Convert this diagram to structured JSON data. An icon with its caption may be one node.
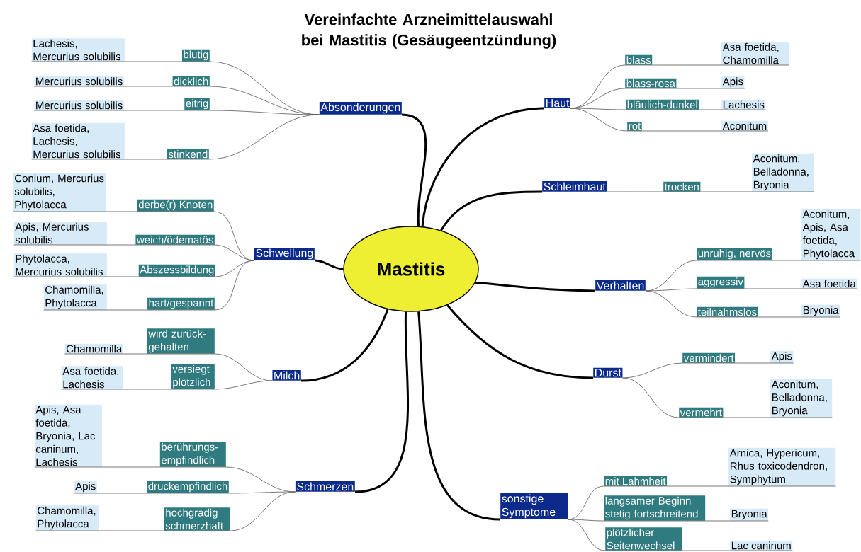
{
  "diagram": {
    "title": "Vereinfachte Arzneimittelauswahl bei Mastitis (Gesäugeentzündung)",
    "nodes": [
      {
        "text": [
          "Mastitis"
        ]
      },
      {
        "text": [
          "Absonderungen"
        ]
      },
      {
        "text": [
          "blutig"
        ]
      },
      {
        "text": [
          "Lachesis, Mercurius solubilis"
        ]
      },
      {
        "text": [
          "dicklich"
        ]
      },
      {
        "text": [
          "Mercurius solubilis"
        ]
      },
      {
        "text": [
          "eitrig"
        ]
      },
      {
        "text": [
          "Mercurius solubilis"
        ]
      },
      {
        "text": [
          "stinkend"
        ]
      },
      {
        "text": [
          "Asa foetida, Lachesis, Mercurius solubilis"
        ]
      },
      {
        "text": [
          "Schwellung"
        ]
      },
      {
        "text": [
          "derbe(r) Knoten"
        ]
      },
      {
        "text": [
          "Conium, Mercurius solubilis, Phytolacca"
        ]
      },
      {
        "text": [
          "weich/ödematös"
        ]
      },
      {
        "text": [
          "Apis, Mercurius solubilis"
        ]
      },
      {
        "text": [
          "Abszessbildung"
        ]
      },
      {
        "text": [
          "Phytolacca, Mercurius solubilis"
        ]
      },
      {
        "text": [
          "hart/gespannt"
        ]
      },
      {
        "text": [
          "Chamomilla, Phytolacca"
        ]
      },
      {
        "text": [
          "Milch"
        ]
      },
      {
        "text": [
          "wird zurück- gehalten"
        ]
      },
      {
        "text": [
          "Chamomilla"
        ]
      },
      {
        "text": [
          "versiegt plötzlich"
        ]
      },
      {
        "text": [
          "Asa foetida, Lachesis"
        ]
      },
      {
        "text": [
          "Schmerzen"
        ]
      },
      {
        "text": [
          "berührungs- empfindlich"
        ]
      },
      {
        "text": [
          "Apis, Asa foetida, Bryonia, Lac caninum, Lachesis"
        ]
      },
      {
        "text": [
          "druckempfindlich"
        ]
      },
      {
        "text": [
          "Apis"
        ]
      },
      {
        "text": [
          "hochgradig schmerzhaft"
        ]
      },
      {
        "text": [
          "Chamomilla, Phytolacca"
        ]
      },
      {
        "text": [
          "Haut"
        ]
      },
      {
        "text": [
          "blass"
        ]
      },
      {
        "text": [
          "Asa foetida, Chamomilla"
        ]
      },
      {
        "text": [
          "blass-rosa"
        ]
      },
      {
        "text": [
          "Apis"
        ]
      },
      {
        "text": [
          "bläulich-dunkel"
        ]
      },
      {
        "text": [
          "Lachesis"
        ]
      },
      {
        "text": [
          "rot"
        ]
      },
      {
        "text": [
          "Aconitum"
        ]
      },
      {
        "text": [
          "Schleimhaut"
        ]
      },
      {
        "text": [
          "trocken"
        ]
      },
      {
        "text": [
          "Aconitum, Belladonna, Bryonia"
        ]
      },
      {
        "text": [
          "Verhalten"
        ]
      },
      {
        "text": [
          "unruhig, nervös"
        ]
      },
      {
        "text": [
          "Aconitum, Apis, Asa foetida, Phytolacca"
        ]
      },
      {
        "text": [
          "aggressiv"
        ]
      },
      {
        "text": [
          "Asa foetida"
        ]
      },
      {
        "text": [
          "teilnahmslos"
        ]
      },
      {
        "text": [
          "Bryonia"
        ]
      },
      {
        "text": [
          "Durst"
        ]
      },
      {
        "text": [
          "vermindert"
        ]
      },
      {
        "text": [
          "Apis"
        ]
      },
      {
        "text": [
          "vermehrt"
        ]
      },
      {
        "text": [
          "Aconitum, Belladonna, Bryonia"
        ]
      },
      {
        "text": [
          "sonstige Symptome"
        ]
      },
      {
        "text": [
          "mit Lahmheit"
        ]
      },
      {
        "text": [
          "Arnica, Hypericum, Rhus toxicodendron, Symphytum"
        ]
      },
      {
        "text": [
          "langsamer Beginn stetig fortschreitend"
        ]
      },
      {
        "text": [
          "Bryonia"
        ]
      },
      {
        "text": [
          "plötzlicher Seitenwechsel"
        ]
      },
      {
        "text": [
          "Lac caninum"
        ]
      }
    ],
    "edges": [
      {
        "from": 0,
        "to": 1,
        "arrow": "none",
        "style": "thick"
      },
      {
        "from": 1,
        "to": 2,
        "arrow": "none"
      },
      {
        "from": 2,
        "to": 3,
        "arrow": "none"
      },
      {
        "from": 1,
        "to": 4,
        "arrow": "none"
      },
      {
        "from": 4,
        "to": 5,
        "arrow": "none"
      },
      {
        "from": 1,
        "to": 6,
        "arrow": "none"
      },
      {
        "from": 6,
        "to": 7,
        "arrow": "none"
      },
      {
        "from": 1,
        "to": 8,
        "arrow": "none"
      },
      {
        "from": 8,
        "to": 9,
        "arrow": "none"
      },
      {
        "from": 0,
        "to": 10,
        "arrow": "none",
        "style": "thick"
      },
      {
        "from": 10,
        "to": 11,
        "arrow": "none"
      },
      {
        "from": 11,
        "to": 12,
        "arrow": "none"
      },
      {
        "from": 10,
        "to": 13,
        "arrow": "none"
      },
      {
        "from": 13,
        "to": 14,
        "arrow": "none"
      },
      {
        "from": 10,
        "to": 15,
        "arrow": "none"
      },
      {
        "from": 15,
        "to": 16,
        "arrow": "none"
      },
      {
        "from": 10,
        "to": 17,
        "arrow": "none"
      },
      {
        "from": 17,
        "to": 18,
        "arrow": "none"
      },
      {
        "from": 0,
        "to": 19,
        "arrow": "none",
        "style": "thick"
      },
      {
        "from": 19,
        "to": 20,
        "arrow": "none"
      },
      {
        "from": 20,
        "to": 21,
        "arrow": "none"
      },
      {
        "from": 19,
        "to": 22,
        "arrow": "none"
      },
      {
        "from": 22,
        "to": 23,
        "arrow": "none"
      },
      {
        "from": 0,
        "to": 24,
        "arrow": "none",
        "style": "thick"
      },
      {
        "from": 24,
        "to": 25,
        "arrow": "none"
      },
      {
        "from": 25,
        "to": 26,
        "arrow": "none"
      },
      {
        "from": 24,
        "to": 27,
        "arrow": "none"
      },
      {
        "from": 27,
        "to": 28,
        "arrow": "none"
      },
      {
        "from": 24,
        "to": 29,
        "arrow": "none"
      },
      {
        "from": 29,
        "to": 30,
        "arrow": "none"
      },
      {
        "from": 0,
        "to": 31,
        "arrow": "none",
        "style": "thick"
      },
      {
        "from": 31,
        "to": 32,
        "arrow": "none"
      },
      {
        "from": 32,
        "to": 33,
        "arrow": "none"
      },
      {
        "from": 31,
        "to": 34,
        "arrow": "none"
      },
      {
        "from": 34,
        "to": 35,
        "arrow": "none"
      },
      {
        "from": 31,
        "to": 36,
        "arrow": "none"
      },
      {
        "from": 36,
        "to": 37,
        "arrow": "none"
      },
      {
        "from": 31,
        "to": 38,
        "arrow": "none"
      },
      {
        "from": 38,
        "to": 39,
        "arrow": "none"
      },
      {
        "from": 0,
        "to": 40,
        "arrow": "none",
        "style": "thick"
      },
      {
        "from": 40,
        "to": 41,
        "arrow": "none"
      },
      {
        "from": 41,
        "to": 42,
        "arrow": "none"
      },
      {
        "from": 0,
        "to": 43,
        "arrow": "none",
        "style": "thick"
      },
      {
        "from": 43,
        "to": 44,
        "arrow": "none"
      },
      {
        "from": 44,
        "to": 45,
        "arrow": "none"
      },
      {
        "from": 43,
        "to": 46,
        "arrow": "none"
      },
      {
        "from": 46,
        "to": 47,
        "arrow": "none"
      },
      {
        "from": 43,
        "to": 48,
        "arrow": "none"
      },
      {
        "from": 48,
        "to": 49,
        "arrow": "none"
      },
      {
        "from": 0,
        "to": 50,
        "arrow": "none",
        "style": "thick"
      },
      {
        "from": 50,
        "to": 51,
        "arrow": "none"
      },
      {
        "from": 51,
        "to": 52,
        "arrow": "none"
      },
      {
        "from": 50,
        "to": 53,
        "arrow": "none"
      },
      {
        "from": 53,
        "to": 54,
        "arrow": "none"
      },
      {
        "from": 0,
        "to": 55,
        "arrow": "none",
        "style": "thick"
      },
      {
        "from": 55,
        "to": 56,
        "arrow": "none"
      },
      {
        "from": 56,
        "to": 57,
        "arrow": "none"
      },
      {
        "from": 55,
        "to": 58,
        "arrow": "none"
      },
      {
        "from": 58,
        "to": 59,
        "arrow": "none"
      },
      {
        "from": 55,
        "to": 60,
        "arrow": "none"
      },
      {
        "from": 60,
        "to": 61,
        "arrow": "none"
      }
    ]
  }
}
